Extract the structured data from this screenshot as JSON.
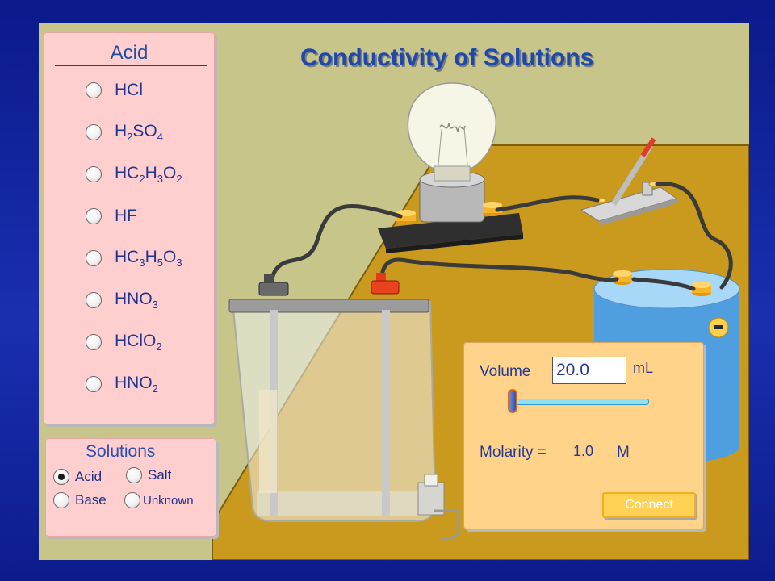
{
  "title": "Conductivity of Solutions",
  "acid_panel": {
    "title": "Acid",
    "options": [
      {
        "base": "HCl",
        "parts": [
          [
            "HCl",
            ""
          ]
        ],
        "selected": false
      },
      {
        "base": "H2SO4",
        "parts": [
          [
            "H",
            "2"
          ],
          [
            "SO",
            "4"
          ]
        ],
        "selected": false
      },
      {
        "base": "HC2H3O2",
        "parts": [
          [
            "HC",
            "2"
          ],
          [
            "H",
            "3"
          ],
          [
            "O",
            "2"
          ]
        ],
        "selected": false
      },
      {
        "base": "HF",
        "parts": [
          [
            "HF",
            ""
          ]
        ],
        "selected": false
      },
      {
        "base": "HC3H5O3",
        "parts": [
          [
            "HC",
            "3"
          ],
          [
            "H",
            "5"
          ],
          [
            "O",
            "3"
          ]
        ],
        "selected": false
      },
      {
        "base": "HNO3",
        "parts": [
          [
            "HNO",
            "3"
          ]
        ],
        "selected": false
      },
      {
        "base": "HClO2",
        "parts": [
          [
            "HClO",
            "2"
          ]
        ],
        "selected": false
      },
      {
        "base": "HNO2",
        "parts": [
          [
            "HNO",
            "2"
          ]
        ],
        "selected": false
      }
    ]
  },
  "solutions_panel": {
    "title": "Solutions",
    "options": [
      {
        "label": "Acid",
        "selected": true
      },
      {
        "label": "Salt",
        "selected": false
      },
      {
        "label": "Base",
        "selected": false
      },
      {
        "label": "Unknown",
        "selected": false
      }
    ]
  },
  "controls": {
    "volume_label": "Volume",
    "volume_value": "20.0",
    "volume_unit": "mL",
    "slider_fraction": 0.0,
    "molarity_label": "Molarity =",
    "molarity_value": "1.0",
    "molarity_unit": "M",
    "connect_label": "Connect"
  },
  "battery": {
    "negative_symbol": "−"
  },
  "colors": {
    "title": "#1c48b0",
    "table": "#c99a1e",
    "panel_pink": "#ffcfcf",
    "panel_orange": "#ffd38a",
    "battery": "#5aa9e6",
    "wire": "#3a3a3a",
    "terminal_red": "#e63a1e"
  }
}
